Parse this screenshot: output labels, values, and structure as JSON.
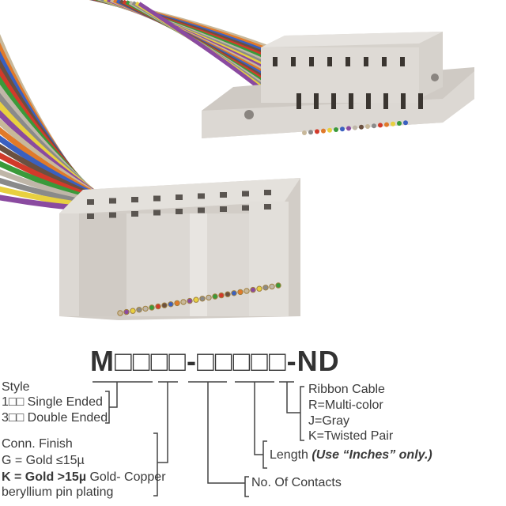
{
  "part_number": "M□□□□-□□□□□-ND",
  "style": {
    "title": "Style",
    "single": "1□□ Single Ended",
    "double": "3□□ Double Ended"
  },
  "finish": {
    "title": "Conn. Finish",
    "g": "G = Gold ≤15µ",
    "k_bold": "K = Gold >15µ",
    "k_rest": " Gold- Copper",
    "k_line2": "beryllium pin plating"
  },
  "contacts": "No. Of Contacts",
  "length": {
    "label": "Length ",
    "note": "(Use “Inches” only.)"
  },
  "cable": {
    "title": "Ribbon Cable",
    "r": "R=Multi-color",
    "j": "J=Gray",
    "k": "K=Twisted Pair"
  },
  "colors": {
    "connector": "#d9d5d0",
    "wire_colors": [
      "#c8b89a",
      "#8a8a8a",
      "#d23a2a",
      "#e07a2a",
      "#e8d040",
      "#3a9a3a",
      "#3a60c0",
      "#8a4aa0",
      "#bfb6a8",
      "#6a5040"
    ]
  }
}
